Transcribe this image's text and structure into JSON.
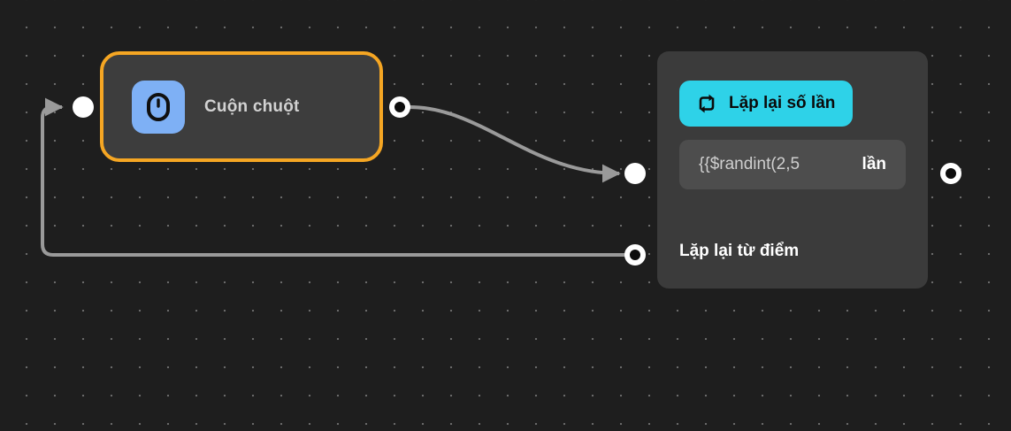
{
  "canvas": {
    "background_color": "#1e1e1e",
    "grid_dot_color": "#6a6a6a"
  },
  "nodes": [
    {
      "id": "scroll-mouse",
      "title": "Cuộn chuột",
      "icon": "mouse-icon",
      "icon_background": "#7eb0f5",
      "selected": true,
      "border_color": "#f5a623",
      "background_color": "#3d3d3d"
    },
    {
      "id": "repeat-times",
      "badge_label": "Lặp lại số lần",
      "badge_icon": "loop-repeat-icon",
      "badge_color": "#2ed2e8",
      "background_color": "#3b3b3b",
      "field": {
        "value": "{{$randint(2,5",
        "placeholder": "{{$randint(2,5",
        "unit": "lần"
      },
      "subtitle": "Lặp lại từ điểm"
    }
  ],
  "ports": {
    "action_input": "input-port",
    "action_output": "output-port",
    "loop_input": "input-port",
    "loop_restart_input": "restart-input-port",
    "loop_output": "output-port"
  },
  "edges": {
    "stroke_color": "#9a9a9a",
    "stroke_width": 4,
    "items": [
      {
        "name": "edge-action-to-loop",
        "kind": "bezier"
      },
      {
        "name": "edge-loop-back-to-action",
        "kind": "orthogonal"
      }
    ]
  }
}
